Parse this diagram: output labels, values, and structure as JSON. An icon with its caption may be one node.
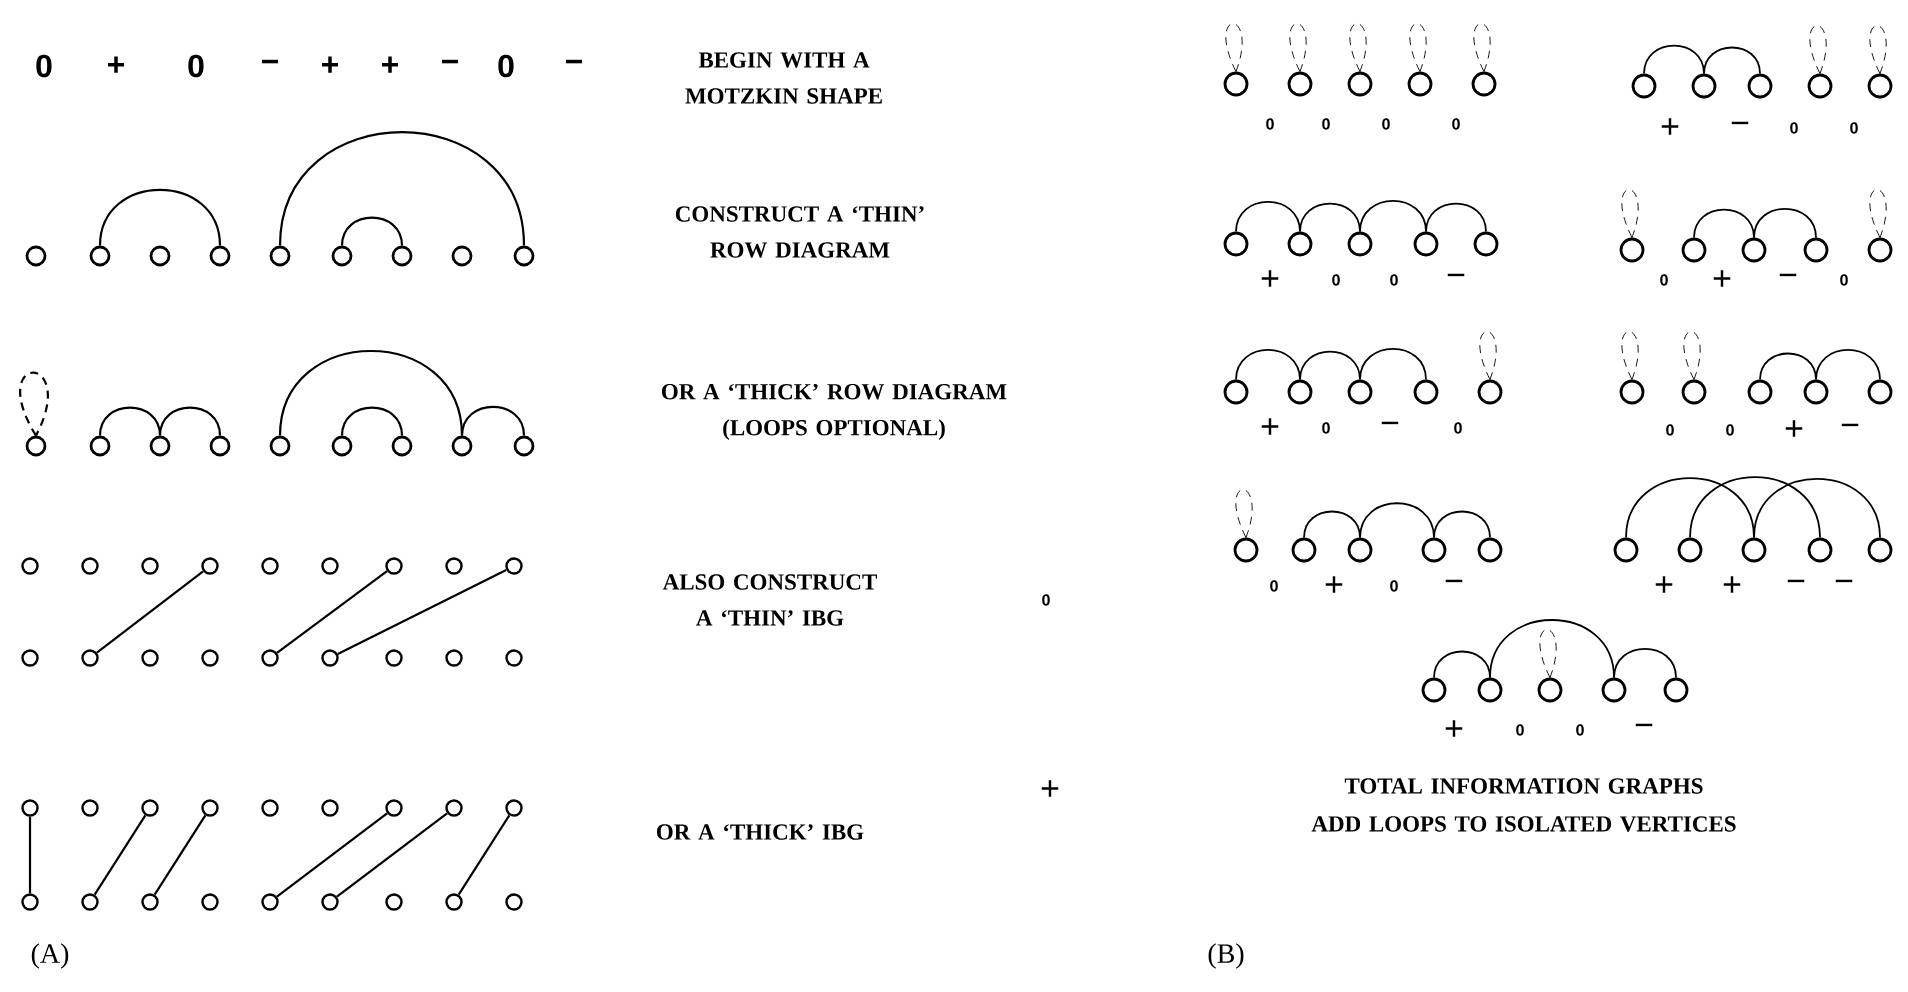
{
  "diagram": {
    "nodes": [
      {
        "text": [],
        "shape": "circle"
      },
      {
        "text": [],
        "shape": "circle"
      },
      {
        "text": [],
        "shape": "circle"
      },
      {
        "text": [],
        "shape": "circle"
      },
      {
        "text": [],
        "shape": "circle"
      },
      {
        "text": [],
        "shape": "circle"
      },
      {
        "text": [],
        "shape": "circle"
      },
      {
        "text": [],
        "shape": "circle"
      },
      {
        "text": [],
        "shape": "circle"
      },
      {
        "text": [],
        "shape": "circle"
      },
      {
        "text": [],
        "shape": "circle"
      },
      {
        "text": [],
        "shape": "circle"
      },
      {
        "text": [],
        "shape": "circle"
      },
      {
        "text": [],
        "shape": "circle"
      },
      {
        "text": [],
        "shape": "circle"
      },
      {
        "text": [],
        "shape": "circle"
      },
      {
        "text": [],
        "shape": "circle"
      },
      {
        "text": [],
        "shape": "circle"
      },
      {
        "text": [],
        "shape": "circle"
      },
      {
        "text": [],
        "shape": "circle"
      },
      {
        "text": [],
        "shape": "circle"
      },
      {
        "text": [],
        "shape": "circle"
      },
      {
        "text": [],
        "shape": "circle"
      },
      {
        "text": [],
        "shape": "circle"
      },
      {
        "text": [],
        "shape": "circle"
      },
      {
        "text": [],
        "shape": "circle"
      },
      {
        "text": [],
        "shape": "circle"
      },
      {
        "text": [],
        "shape": "circle"
      },
      {
        "text": [],
        "shape": "circle"
      },
      {
        "text": [],
        "shape": "circle"
      },
      {
        "text": [],
        "shape": "circle"
      },
      {
        "text": [],
        "shape": "circle"
      },
      {
        "text": [],
        "shape": "circle"
      },
      {
        "text": [],
        "shape": "circle"
      },
      {
        "text": [],
        "shape": "circle"
      },
      {
        "text": [],
        "shape": "circle"
      },
      {
        "text": [],
        "shape": "circle"
      },
      {
        "text": [],
        "shape": "circle"
      },
      {
        "text": [],
        "shape": "circle"
      },
      {
        "text": [],
        "shape": "circle"
      },
      {
        "text": [],
        "shape": "circle"
      },
      {
        "text": [],
        "shape": "circle"
      },
      {
        "text": [],
        "shape": "circle"
      },
      {
        "text": [],
        "shape": "circle"
      },
      {
        "text": [],
        "shape": "circle"
      },
      {
        "text": [],
        "shape": "circle"
      },
      {
        "text": [],
        "shape": "circle"
      },
      {
        "text": [],
        "shape": "circle"
      },
      {
        "text": [],
        "shape": "circle"
      },
      {
        "text": [],
        "shape": "circle"
      },
      {
        "text": [],
        "shape": "circle"
      },
      {
        "text": [],
        "shape": "circle"
      },
      {
        "text": [],
        "shape": "circle"
      },
      {
        "text": [],
        "shape": "circle"
      },
      {
        "text": [],
        "shape": "circle"
      },
      {
        "text": [],
        "shape": "circle"
      },
      {
        "text": [],
        "shape": "circle"
      },
      {
        "text": [],
        "shape": "circle"
      },
      {
        "text": [],
        "shape": "circle"
      },
      {
        "text": [],
        "shape": "circle"
      },
      {
        "text": [],
        "shape": "circle"
      },
      {
        "text": [],
        "shape": "circle"
      },
      {
        "text": [],
        "shape": "circle"
      },
      {
        "text": [],
        "shape": "circle"
      },
      {
        "text": [],
        "shape": "circle"
      },
      {
        "text": [],
        "shape": "circle"
      },
      {
        "text": [],
        "shape": "circle"
      },
      {
        "text": [],
        "shape": "circle"
      },
      {
        "text": [],
        "shape": "circle"
      },
      {
        "text": [],
        "shape": "circle"
      },
      {
        "text": [],
        "shape": "circle"
      },
      {
        "text": [],
        "shape": "circle"
      },
      {
        "text": [],
        "shape": "circle"
      },
      {
        "text": [],
        "shape": "circle"
      },
      {
        "text": [],
        "shape": "circle"
      },
      {
        "text": [],
        "shape": "circle"
      },
      {
        "text": [],
        "shape": "circle"
      },
      {
        "text": [],
        "shape": "circle"
      },
      {
        "text": [],
        "shape": "circle"
      },
      {
        "text": [],
        "shape": "circle"
      },
      {
        "text": [],
        "shape": "circle"
      },
      {
        "text": [],
        "shape": "circle"
      },
      {
        "text": [],
        "shape": "circle"
      },
      {
        "text": [],
        "shape": "circle"
      },
      {
        "text": [],
        "shape": "circle"
      },
      {
        "text": [],
        "shape": "circle"
      },
      {
        "text": [],
        "shape": "circle"
      },
      {
        "text": [],
        "shape": "circle"
      },
      {
        "text": [],
        "shape": "circle"
      },
      {
        "text": [],
        "shape": "circle"
      },
      {
        "text": [],
        "shape": "circle"
      },
      {
        "text": [],
        "shape": "circle"
      },
      {
        "text": [],
        "shape": "circle"
      },
      {
        "text": [],
        "shape": "circle"
      },
      {
        "text": [],
        "shape": "circle"
      },
      {
        "text": [],
        "shape": "circle"
      },
      {
        "text": [],
        "shape": "circle"
      },
      {
        "text": [],
        "shape": "circle"
      },
      {
        "text": [],
        "shape": "circle"
      }
    ],
    "edges": [
      {
        "from": 1,
        "to": 3,
        "arrow": "none"
      },
      {
        "from": 4,
        "to": 8,
        "arrow": "none"
      },
      {
        "from": 5,
        "to": 6,
        "arrow": "none"
      },
      {
        "from": 9,
        "to": 9,
        "arrow": "none",
        "style": "dashed"
      },
      {
        "from": 10,
        "to": 11,
        "arrow": "none"
      },
      {
        "from": 11,
        "to": 12,
        "arrow": "none"
      },
      {
        "from": 13,
        "to": 16,
        "arrow": "none"
      },
      {
        "from": 14,
        "to": 15,
        "arrow": "none"
      },
      {
        "from": 16,
        "to": 17,
        "arrow": "none"
      },
      {
        "from": 28,
        "to": 21,
        "arrow": "none"
      },
      {
        "from": 31,
        "to": 24,
        "arrow": "none"
      },
      {
        "from": 32,
        "to": 26,
        "arrow": "none"
      },
      {
        "from": 45,
        "to": 36,
        "arrow": "none"
      },
      {
        "from": 46,
        "to": 38,
        "arrow": "none"
      },
      {
        "from": 47,
        "to": 39,
        "arrow": "none"
      },
      {
        "from": 49,
        "to": 42,
        "arrow": "none"
      },
      {
        "from": 50,
        "to": 43,
        "arrow": "none"
      },
      {
        "from": 52,
        "to": 44,
        "arrow": "none"
      },
      {
        "from": 54,
        "to": 54,
        "arrow": "none",
        "style": "dashed"
      },
      {
        "from": 55,
        "to": 55,
        "arrow": "none",
        "style": "dashed"
      },
      {
        "from": 56,
        "to": 56,
        "arrow": "none",
        "style": "dashed"
      },
      {
        "from": 57,
        "to": 57,
        "arrow": "none",
        "style": "dashed"
      },
      {
        "from": 58,
        "to": 58,
        "arrow": "none",
        "style": "dashed"
      },
      {
        "from": 59,
        "to": 60,
        "arrow": "none"
      },
      {
        "from": 60,
        "to": 61,
        "arrow": "none"
      },
      {
        "from": 62,
        "to": 62,
        "arrow": "none",
        "style": "dashed"
      },
      {
        "from": 63,
        "to": 63,
        "arrow": "none",
        "style": "dashed"
      },
      {
        "from": 64,
        "to": 65,
        "arrow": "none"
      },
      {
        "from": 65,
        "to": 66,
        "arrow": "none"
      },
      {
        "from": 66,
        "to": 67,
        "arrow": "none"
      },
      {
        "from": 67,
        "to": 68,
        "arrow": "none"
      },
      {
        "from": 69,
        "to": 69,
        "arrow": "none",
        "style": "dashed"
      },
      {
        "from": 70,
        "to": 71,
        "arrow": "none"
      },
      {
        "from": 71,
        "to": 72,
        "arrow": "none"
      },
      {
        "from": 73,
        "to": 73,
        "arrow": "none",
        "style": "dashed"
      },
      {
        "from": 74,
        "to": 75,
        "arrow": "none"
      },
      {
        "from": 75,
        "to": 76,
        "arrow": "none"
      },
      {
        "from": 76,
        "to": 77,
        "arrow": "none"
      },
      {
        "from": 78,
        "to": 78,
        "arrow": "none",
        "style": "dashed"
      },
      {
        "from": 79,
        "to": 79,
        "arrow": "none",
        "style": "dashed"
      },
      {
        "from": 80,
        "to": 80,
        "arrow": "none",
        "style": "dashed"
      },
      {
        "from": 81,
        "to": 82,
        "arrow": "none"
      },
      {
        "from": 82,
        "to": 83,
        "arrow": "none"
      },
      {
        "from": 84,
        "to": 84,
        "arrow": "none",
        "style": "dashed"
      },
      {
        "from": 85,
        "to": 86,
        "arrow": "none"
      },
      {
        "from": 86,
        "to": 87,
        "arrow": "none"
      },
      {
        "from": 87,
        "to": 88,
        "arrow": "none"
      },
      {
        "from": 89,
        "to": 91,
        "arrow": "none"
      },
      {
        "from": 90,
        "to": 92,
        "arrow": "none"
      },
      {
        "from": 91,
        "to": 93,
        "arrow": "none"
      },
      {
        "from": 94,
        "to": 95,
        "arrow": "none"
      },
      {
        "from": 95,
        "to": 97,
        "arrow": "none"
      },
      {
        "from": 97,
        "to": 98,
        "arrow": "none"
      },
      {
        "from": 96,
        "to": 96,
        "arrow": "none",
        "style": "dashed"
      }
    ],
    "labels": [
      "0",
      "+",
      "0",
      "−",
      "+",
      "+",
      "−",
      "0",
      "−",
      "BEGIN WITH A MOTZKIN SHAPE",
      "CONSTRUCT A ‘THIN’ ROW DIAGRAM",
      "OR A ‘THICK’ ROW DIAGRAM (LOOPS OPTIONAL)",
      "ALSO CONSTRUCT A ‘THIN’ IBG",
      "0",
      "+",
      "OR A ‘THICK’ IBG",
      "(A)",
      "0",
      "0",
      "0",
      "0",
      "+",
      "−",
      "0",
      "0",
      "+",
      "0",
      "0",
      "−",
      "0",
      "+",
      "−",
      "0",
      "+",
      "0",
      "−",
      "0",
      "0",
      "0",
      "+",
      "−",
      "0",
      "+",
      "0",
      "−",
      "+",
      "+",
      "−",
      "−",
      "+",
      "0",
      "0",
      "−",
      "TOTAL INFORMATION GRAPHS",
      "ADD LOOPS TO ISOLATED VERTICES",
      "(B)"
    ]
  }
}
